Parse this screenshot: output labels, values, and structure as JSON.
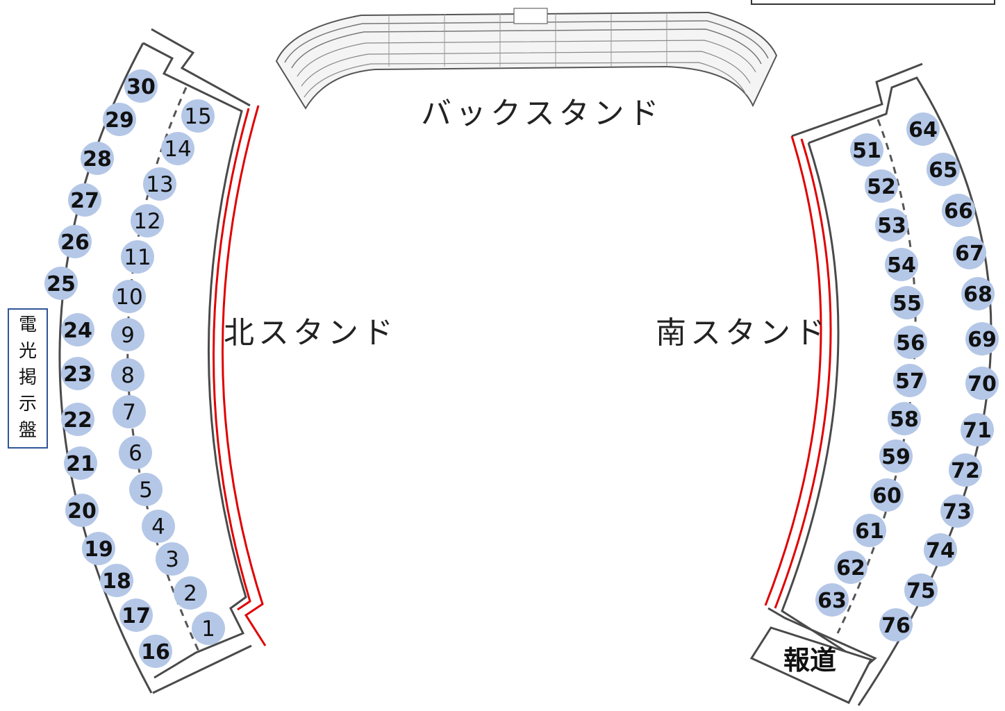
{
  "stands": {
    "back": "バックスタンド",
    "north": "北スタンド",
    "south": "南スタンド"
  },
  "scoreboard": {
    "chars": [
      "電",
      "光",
      "掲",
      "示",
      "盤"
    ]
  },
  "press_box": "報道",
  "colors": {
    "seat_fill": "#b4c7e7",
    "outline": "#4a4a4a",
    "dashed": "#555555",
    "fence_red": "#e00000",
    "board_border": "#2f5597"
  },
  "seats": {
    "north_inner": [
      "1",
      "2",
      "3",
      "4",
      "5",
      "6",
      "7",
      "8",
      "9",
      "10",
      "11",
      "12",
      "13",
      "14",
      "15"
    ],
    "north_outer": [
      "16",
      "17",
      "18",
      "19",
      "20",
      "21",
      "22",
      "23",
      "24",
      "25",
      "26",
      "27",
      "28",
      "29",
      "30"
    ],
    "south_inner": [
      "51",
      "52",
      "53",
      "54",
      "55",
      "56",
      "57",
      "58",
      "59",
      "60",
      "61",
      "62",
      "63"
    ],
    "south_outer": [
      "64",
      "65",
      "66",
      "67",
      "68",
      "69",
      "70",
      "71",
      "72",
      "73",
      "74",
      "75",
      "76"
    ]
  }
}
